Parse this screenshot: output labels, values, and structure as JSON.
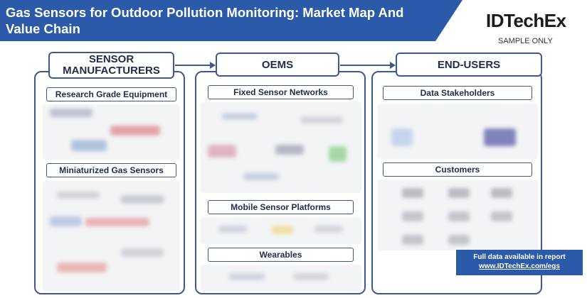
{
  "banner": {
    "title": "Gas Sensors for Outdoor Pollution Monitoring: Market Map And Value Chain",
    "color": "#2a5aa8"
  },
  "logo": {
    "text": "IDTechEx",
    "sample_label": "SAMPLE ONLY"
  },
  "columns": [
    {
      "header": "SENSOR MANUFACTURERS",
      "sections": [
        "Research Grade Equipment",
        "Miniaturized Gas Sensors"
      ]
    },
    {
      "header": "OEMS",
      "sections": [
        "Fixed Sensor Networks",
        "Mobile Sensor Platforms",
        "Wearables"
      ]
    },
    {
      "header": "END-USERS",
      "sections": [
        "Data Stakeholders",
        "Customers"
      ]
    }
  ],
  "footer": {
    "line1": "Full data available in report",
    "url": "www.IDTechEx.com/egs"
  },
  "colors": {
    "border": "#3d5a8c",
    "accent": "#2a5aa8"
  }
}
